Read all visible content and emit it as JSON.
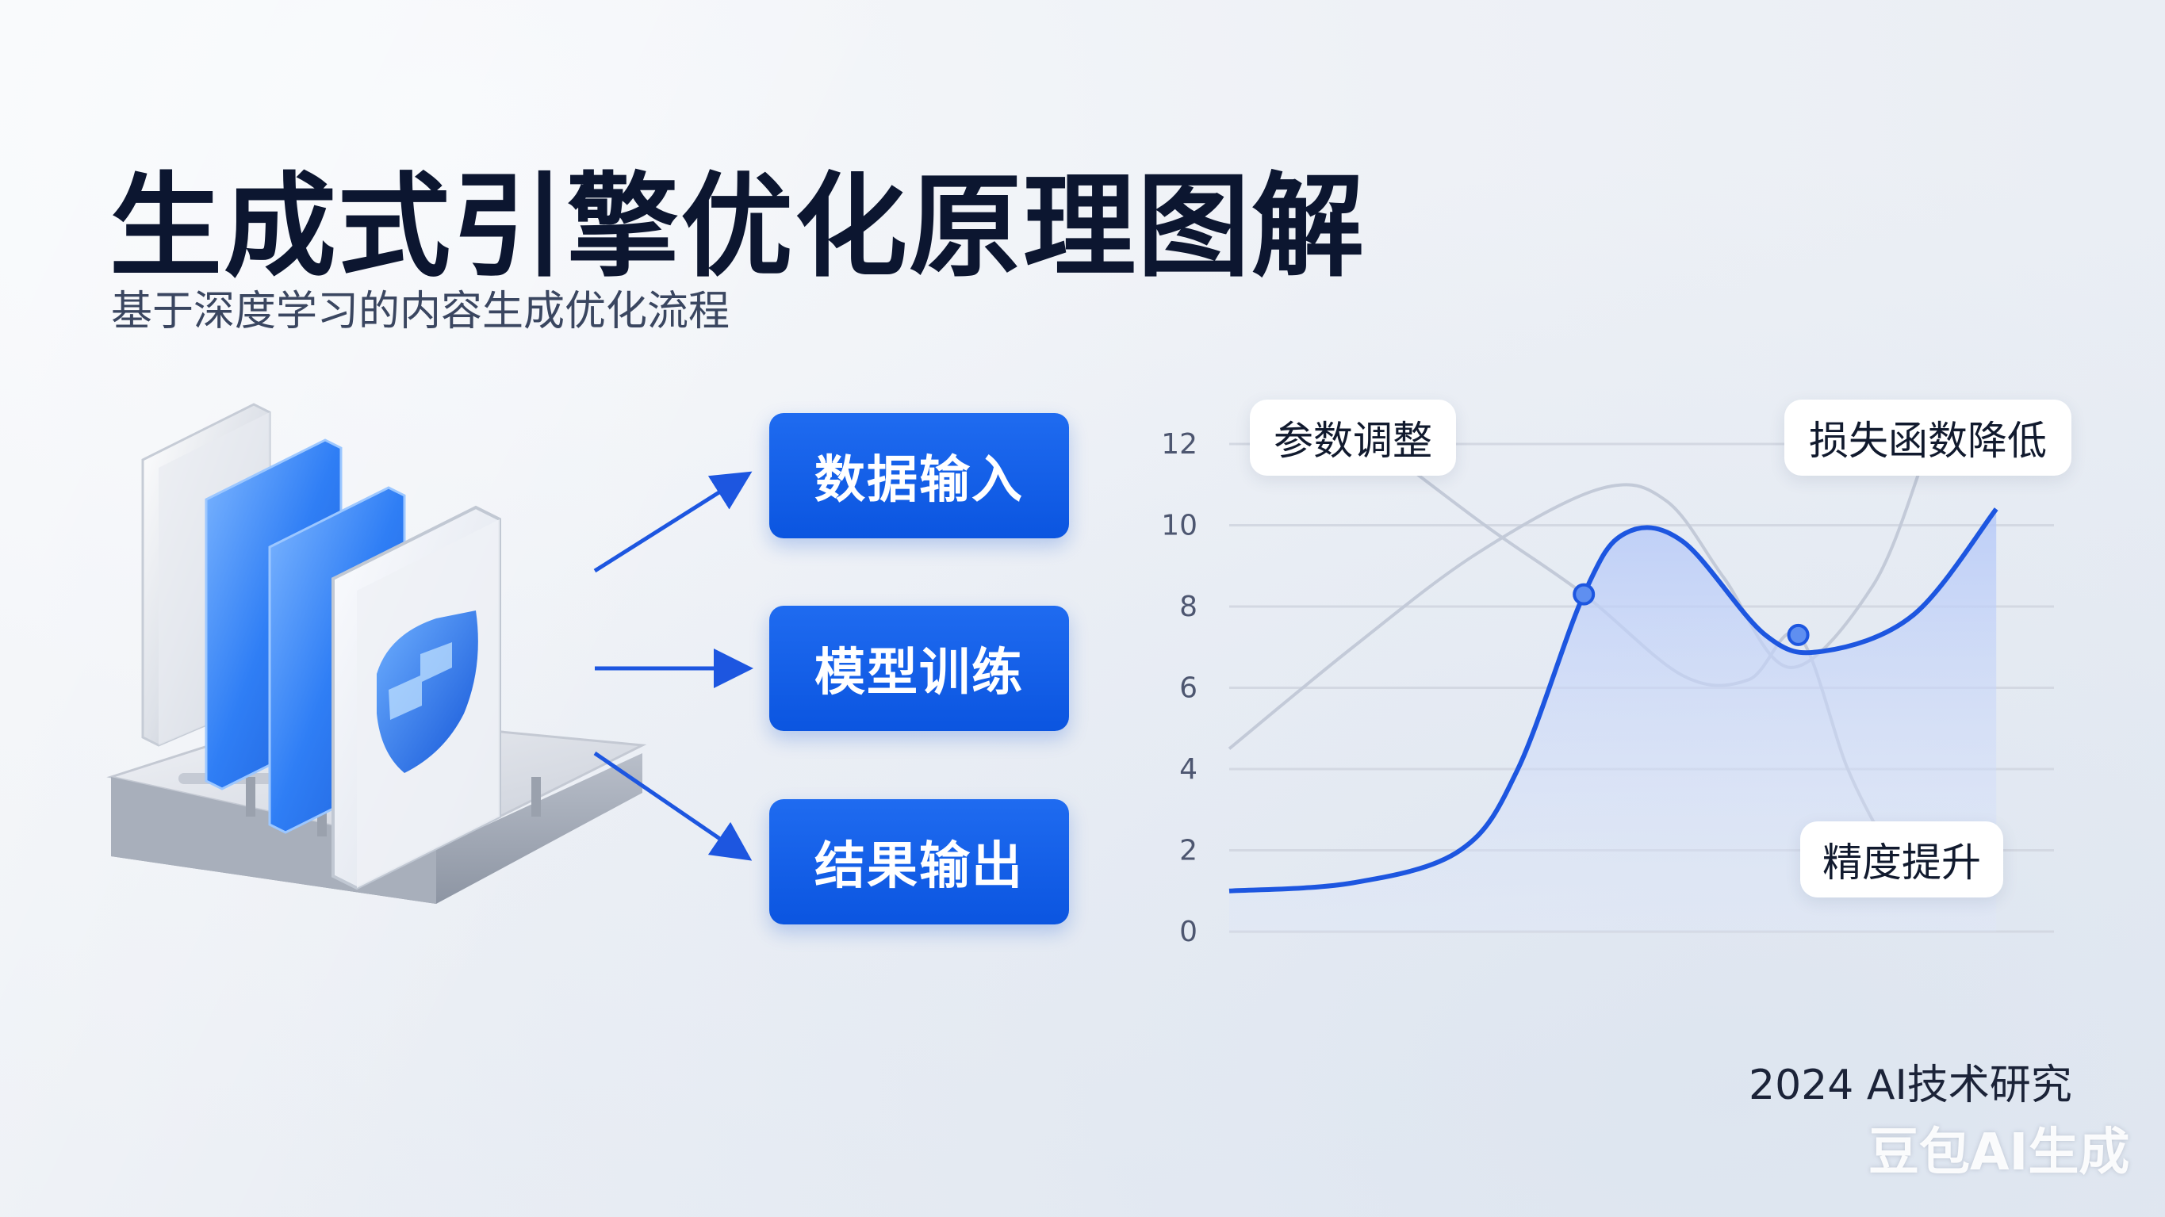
{
  "title": "生成式引擎优化原理图解",
  "subtitle": "基于深度学习的内容生成优化流程",
  "steps": [
    {
      "label": "数据输入"
    },
    {
      "label": "模型训练"
    },
    {
      "label": "结果输出"
    }
  ],
  "colors": {
    "accent": "#0b55e0",
    "line": "#1d56e0",
    "area": "#c9d7fb",
    "ghost_line": "#c3cad8"
  },
  "chart_data": {
    "type": "area",
    "yticks": [
      "0",
      "2",
      "4",
      "6",
      "8",
      "10",
      "12"
    ],
    "ylim": [
      0,
      12
    ],
    "xlim": [
      0,
      10
    ],
    "grid": true,
    "series": [
      {
        "values": [
          [
            0,
            1.0
          ],
          [
            1.5,
            1.2
          ],
          [
            2.8,
            2.0
          ],
          [
            3.5,
            4.0
          ],
          [
            4.3,
            8.3
          ],
          [
            4.8,
            9.8
          ],
          [
            5.5,
            9.6
          ],
          [
            6.5,
            7.3
          ],
          [
            7.2,
            6.9
          ],
          [
            8.3,
            7.8
          ],
          [
            9.3,
            10.4
          ]
        ]
      },
      {
        "values": [
          [
            0,
            4.5
          ],
          [
            1.5,
            7.0
          ],
          [
            3.0,
            9.3
          ],
          [
            4.5,
            10.9
          ],
          [
            5.3,
            10.6
          ],
          [
            6.0,
            8.7
          ],
          [
            6.8,
            6.5
          ],
          [
            7.8,
            8.5
          ],
          [
            8.4,
            11.5
          ]
        ]
      },
      {
        "values": [
          [
            1.8,
            12.0
          ],
          [
            3.1,
            10.0
          ],
          [
            4.3,
            8.3
          ],
          [
            5.5,
            6.3
          ],
          [
            6.3,
            6.2
          ],
          [
            6.9,
            7.3
          ],
          [
            7.5,
            4.0
          ],
          [
            8.0,
            2.0
          ]
        ]
      }
    ],
    "markers": [
      [
        4.3,
        8.3
      ],
      [
        6.9,
        7.3
      ]
    ],
    "annotations": [
      {
        "text": "参数调整"
      },
      {
        "text": "损失函数降低"
      },
      {
        "text": "精度提升"
      }
    ]
  },
  "footer": "2024 AI技术研究",
  "watermark": "豆包AI生成"
}
